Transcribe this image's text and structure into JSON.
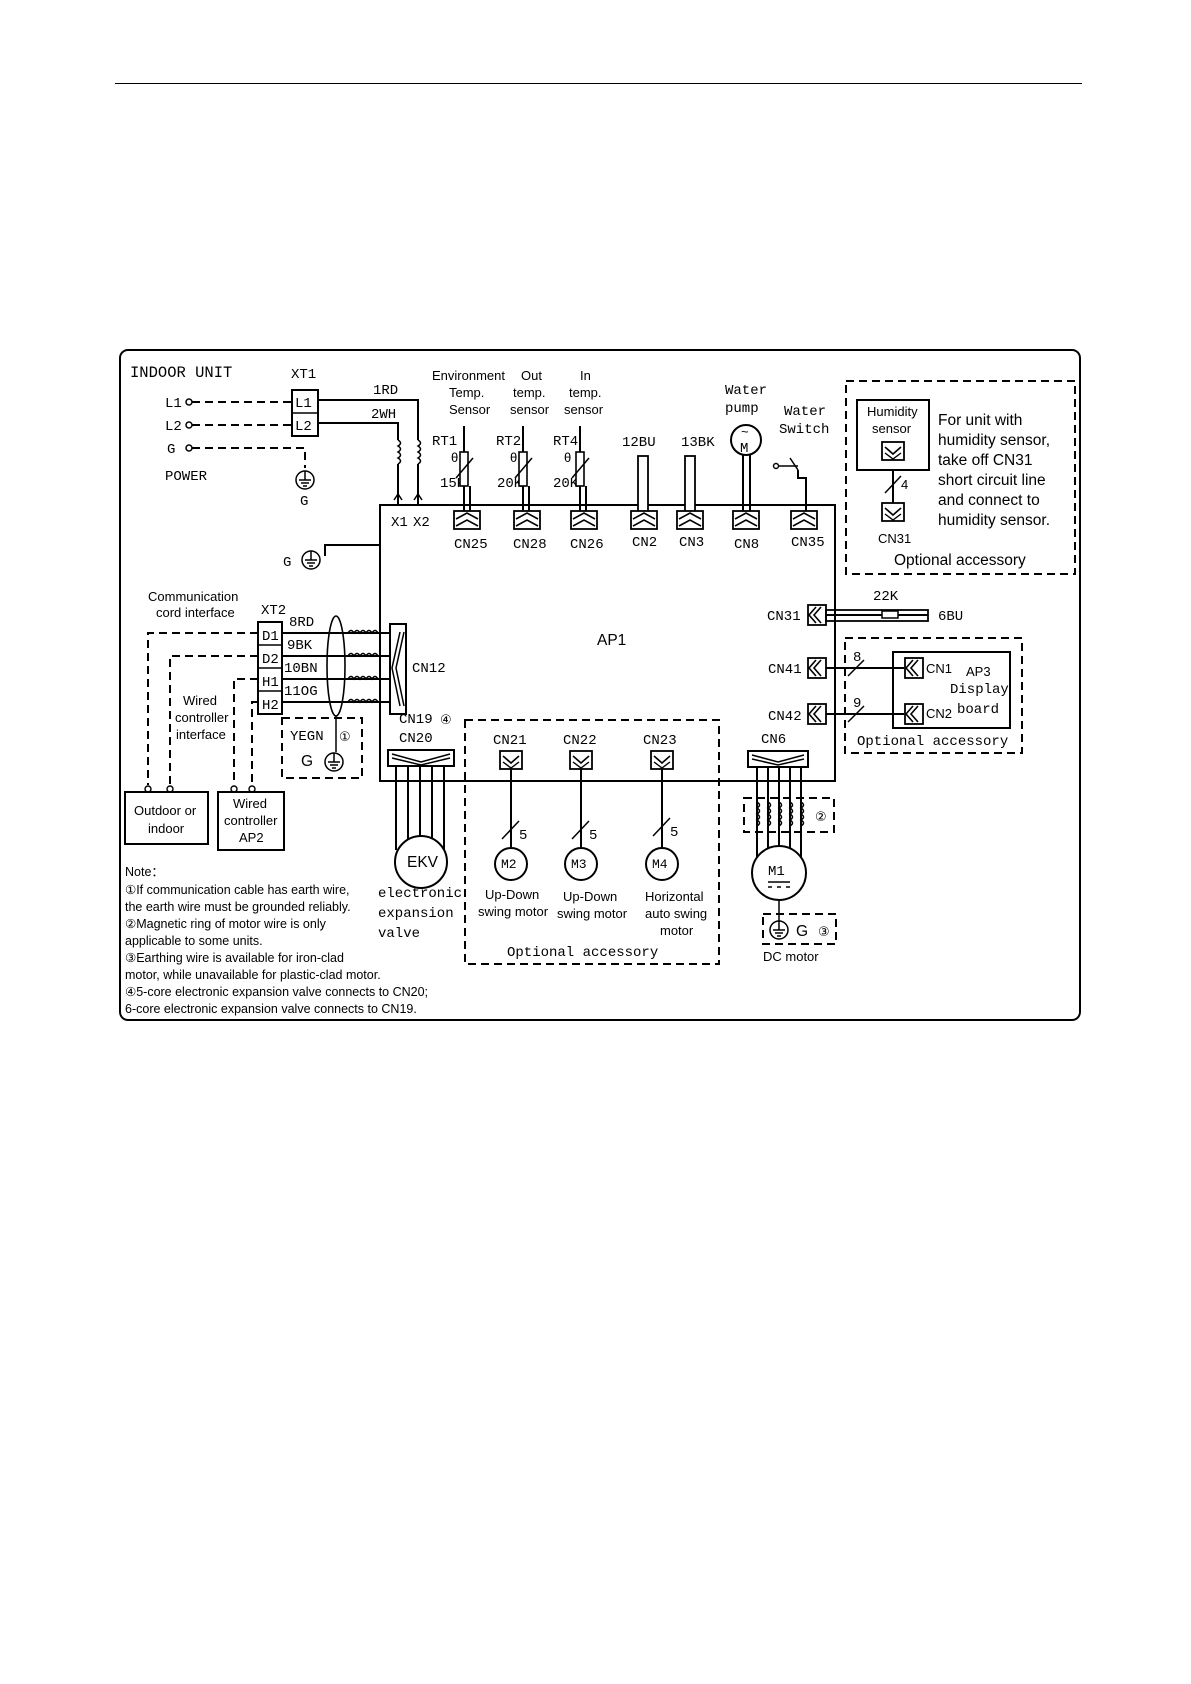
{
  "header": {
    "unit_label": "INDOOR UNIT"
  },
  "power": {
    "terminal": "XT1",
    "l1": "L1",
    "l2": "L2",
    "g": "G",
    "label": "POWER",
    "ground": "G",
    "t_l1": "L1",
    "t_l2": "L2",
    "wire1": "1RD",
    "wire2": "2WH"
  },
  "board": {
    "name": "AP1",
    "x1": "X1",
    "x2": "X2",
    "ground": "G"
  },
  "sensors": [
    {
      "title": [
        "Environment",
        "Temp.",
        "Sensor"
      ],
      "rt": "RT1",
      "theta": "θ",
      "value": "15K",
      "connector": "CN25"
    },
    {
      "title": [
        "Out",
        "temp.",
        "sensor"
      ],
      "rt": "RT2",
      "theta": "θ",
      "value": "20K",
      "connector": "CN28"
    },
    {
      "title": [
        "In",
        "temp.",
        "sensor"
      ],
      "rt": "RT4",
      "theta": "θ",
      "value": "20K",
      "connector": "CN26"
    }
  ],
  "top_connectors": [
    {
      "wire": "12BU",
      "connector": "CN2"
    },
    {
      "wire": "13BK",
      "connector": "CN3"
    }
  ],
  "water_pump": {
    "title": [
      "Water",
      "pump"
    ],
    "symbol": "M",
    "tilde": "~",
    "connector": "CN8"
  },
  "water_switch": {
    "title": [
      "Water",
      "Switch"
    ],
    "connector": "CN35"
  },
  "humidity": {
    "sensor_label": [
      "Humidity",
      "sensor"
    ],
    "wires": "4",
    "connector": "CN31",
    "description": [
      "For unit with",
      "humidity sensor,",
      "take off CN31",
      "short circuit line",
      "and connect to",
      "humidity sensor."
    ],
    "caption": "Optional accessory"
  },
  "right_side": {
    "cn31": "CN31",
    "resistor": "22K",
    "wire": "6BU",
    "cn41": "CN41",
    "cn42": "CN42",
    "w8": "8",
    "w9": "9",
    "display_cn1": "CN1",
    "display_cn2": "CN2",
    "display_title": [
      "AP3",
      "Display",
      "board"
    ],
    "caption": "Optional accessory"
  },
  "communication": {
    "label": [
      "Communication",
      "cord interface"
    ],
    "terminal": "XT2",
    "pins": [
      "D1",
      "D2",
      "H1",
      "H2"
    ],
    "wires": [
      "8RD",
      "9BK",
      "10BN",
      "11OG"
    ],
    "connector": "CN12",
    "yegn": "YEGN",
    "g": "G",
    "note_mark": "①",
    "wired_label": [
      "Wired",
      "controller",
      "interface"
    ],
    "outdoor_box": [
      "Outdoor or",
      "indoor"
    ],
    "wired_box": [
      "Wired",
      "controller",
      "AP2"
    ]
  },
  "ekv": {
    "cn19": "CN19",
    "mark": "④",
    "cn20": "CN20",
    "symbol": "EKV",
    "caption": [
      "electronic",
      "expansion",
      "valve"
    ]
  },
  "swing": {
    "motors": [
      {
        "connector": "CN21",
        "wires": "5",
        "symbol": "M2",
        "caption": [
          "Up-Down",
          "swing motor"
        ]
      },
      {
        "connector": "CN22",
        "wires": "5",
        "symbol": "M3",
        "caption": [
          "Up-Down",
          "swing motor"
        ]
      },
      {
        "connector": "CN23",
        "wires": "5",
        "symbol": "M4",
        "caption": [
          "Horizontal",
          "auto swing",
          "motor"
        ]
      }
    ],
    "caption": "Optional accessory"
  },
  "dc_motor": {
    "connector": "CN6",
    "mark_ring": "②",
    "symbol": "M1",
    "ground": "G",
    "mark_ground": "③",
    "caption": "DC motor"
  },
  "notes": {
    "title": "Note：",
    "lines": [
      "①If communication cable has earth wire,",
      "the earth wire must be grounded reliably.",
      "②Magnetic ring of motor wire is only",
      "applicable to some units.",
      "③Earthing wire is available for iron-clad",
      " motor, while unavailable for plastic-clad motor.",
      "④5-core electronic expansion valve connects to CN20;",
      " 6-core electronic expansion valve connects to CN19."
    ]
  }
}
